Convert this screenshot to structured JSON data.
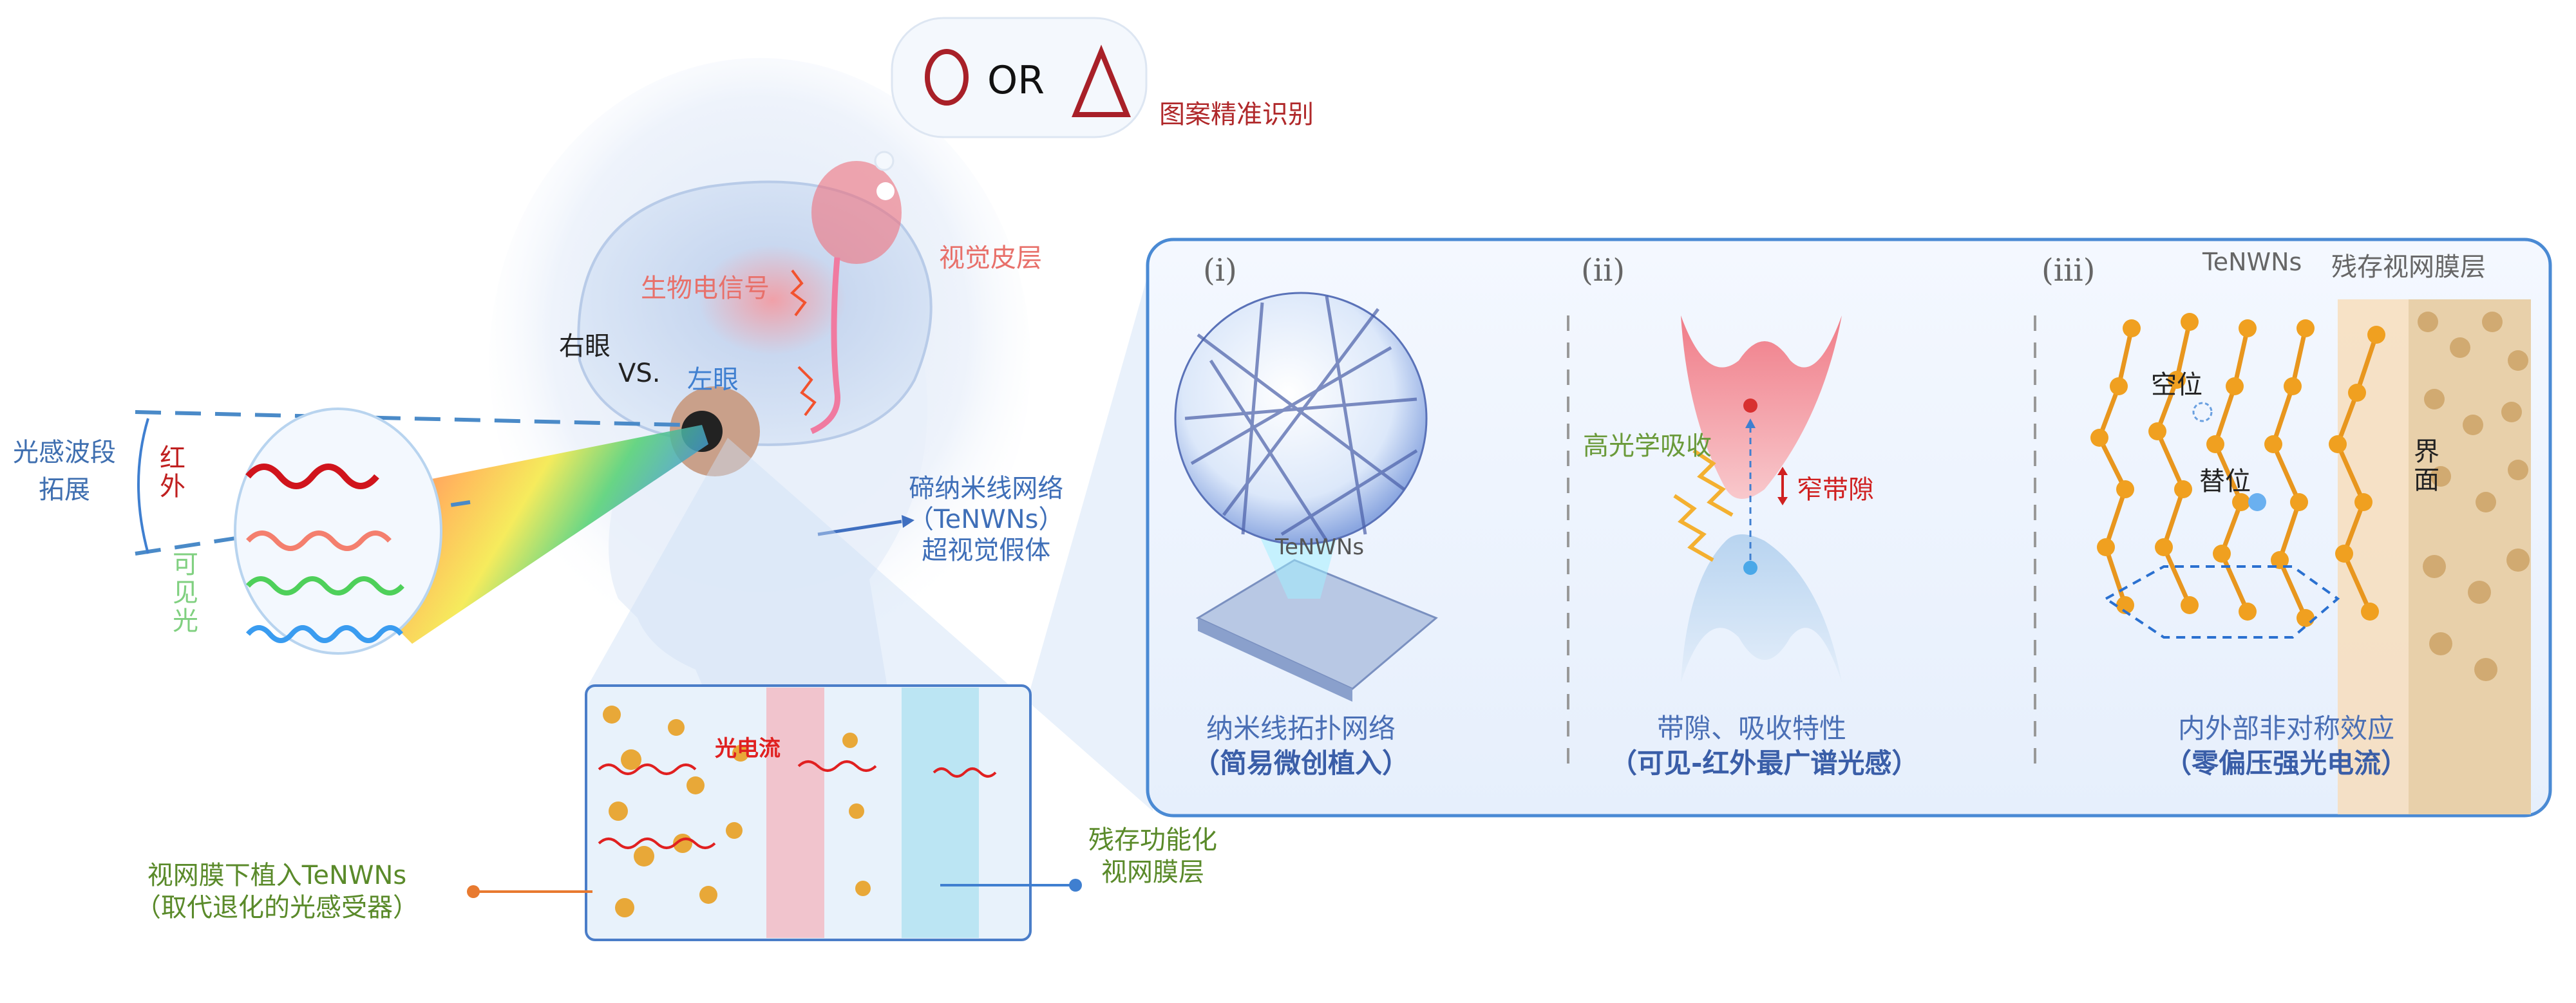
{
  "top": {
    "bubble_or": "OR",
    "pattern_recognition": "图案精准识别",
    "visual_cortex": "视觉皮层",
    "bio_signal": "生物电信号",
    "right_eye": "右眼",
    "vs": "VS.",
    "left_eye": "左眼"
  },
  "left": {
    "band_extension_line1": "光感波段",
    "band_extension_line2": "拓展",
    "infrared": "红外",
    "visible": "可见光"
  },
  "prosthesis": {
    "line1": "碲纳米线网络",
    "line2": "（TeNWNs）",
    "line3": "超视觉假体"
  },
  "retina_box": {
    "photocurrent": "光电流",
    "implant_line1": "视网膜下植入TeNWNs",
    "implant_line2": "（取代退化的光感受器）",
    "residual_line1": "残存功能化",
    "residual_line2": "视网膜层"
  },
  "panels": [
    {
      "label": "(i)",
      "inner_label": "TeNWNs",
      "caption": "纳米线拓扑网络",
      "subcaption": "（简易微创植入）"
    },
    {
      "label": "(ii)",
      "absorption": "高光学吸收",
      "bandgap": "窄带隙",
      "caption": "带隙、吸收特性",
      "subcaption": "（可见-红外最广谱光感）"
    },
    {
      "label": "(iii)",
      "tenwns": "TeNWNs",
      "residual_retina": "残存视网膜层",
      "vacancy": "空位",
      "substitution": "替位",
      "interface": "界面",
      "caption": "内外部非对称效应",
      "subcaption": "（零偏压强光电流）"
    }
  ],
  "colors": {
    "accent_blue": "#3f7fd0",
    "dark_red": "#b0282a",
    "salmon": "#e8706a",
    "green": "#6a9a3a",
    "orange": "#e8961e"
  }
}
